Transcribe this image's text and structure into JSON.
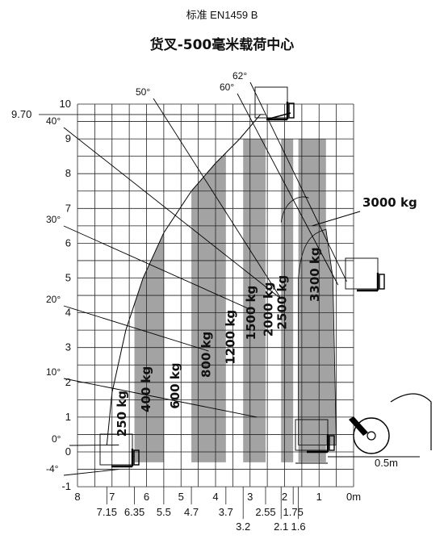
{
  "chart_data": {
    "type": "area",
    "caption": "标准 EN1459 B",
    "title": "货叉-500毫米载荷中心",
    "y_ticks": [
      "-1",
      "0",
      "1",
      "2",
      "3",
      "4",
      "5",
      "6",
      "7",
      "8",
      "9",
      "10"
    ],
    "x_ticks_top": [
      "8",
      "7",
      "6",
      "5",
      "4",
      "3",
      "2",
      "1",
      "0m"
    ],
    "x_ticks_bottom": [
      "7.15",
      "6.35",
      "5.5",
      "4.7",
      "3.7",
      "2.55",
      "1.75"
    ],
    "x_ticks_bottom2": [
      "3.2",
      "2.1",
      "1.6"
    ],
    "max_height_label": "9.70",
    "xlim": [
      0,
      8
    ],
    "ylim": [
      -1,
      10
    ],
    "boom_angles": [
      {
        "label": "62°",
        "target": [
          0.2,
          4.9
        ]
      },
      {
        "label": "60°",
        "target": [
          0.45,
          4.8
        ]
      },
      {
        "label": "50°",
        "target": [
          2.1,
          4.4
        ]
      },
      {
        "label": "40°",
        "target": [
          2.1,
          4.4
        ]
      },
      {
        "label": "30°",
        "target": [
          3.0,
          4.1
        ]
      },
      {
        "label": "20°",
        "target": [
          4.2,
          2.9
        ]
      },
      {
        "label": "10°",
        "target": [
          2.8,
          1.0
        ]
      },
      {
        "label": "0°",
        "target": [
          6.8,
          0.2
        ]
      },
      {
        "label": "-4°",
        "target": [
          6.8,
          -0.5
        ]
      }
    ],
    "load_zones": [
      {
        "label": "250 kg",
        "x_outer": 7.15,
        "x_inner": 6.35,
        "fill": "white"
      },
      {
        "label": "400 kg",
        "x_outer": 6.35,
        "x_inner": 5.5,
        "fill": "grey"
      },
      {
        "label": "600 kg",
        "x_outer": 5.5,
        "x_inner": 4.7,
        "fill": "white"
      },
      {
        "label": "800 kg",
        "x_outer": 4.7,
        "x_inner": 3.7,
        "fill": "grey"
      },
      {
        "label": "1200 kg",
        "x_outer": 3.7,
        "x_inner": 3.2,
        "fill": "white"
      },
      {
        "label": "1500 kg",
        "x_outer": 3.2,
        "x_inner": 2.55,
        "fill": "grey"
      },
      {
        "label": "2000 kg",
        "x_outer": 2.55,
        "x_inner": 2.1,
        "fill": "white"
      },
      {
        "label": "2500 kg",
        "x_outer": 2.1,
        "x_inner": 1.75,
        "fill": "grey"
      },
      {
        "label": "3000 kg",
        "x_outer": 1.75,
        "x_inner": 1.6,
        "fill": "white"
      },
      {
        "label": "3300 kg",
        "x_outer": 1.6,
        "x_inner": 0.8,
        "fill": "grey"
      }
    ],
    "offset_label": "0.5m",
    "colors": {
      "shade": "#a3a3a3",
      "grid": "#222222",
      "line": "#000000"
    }
  }
}
